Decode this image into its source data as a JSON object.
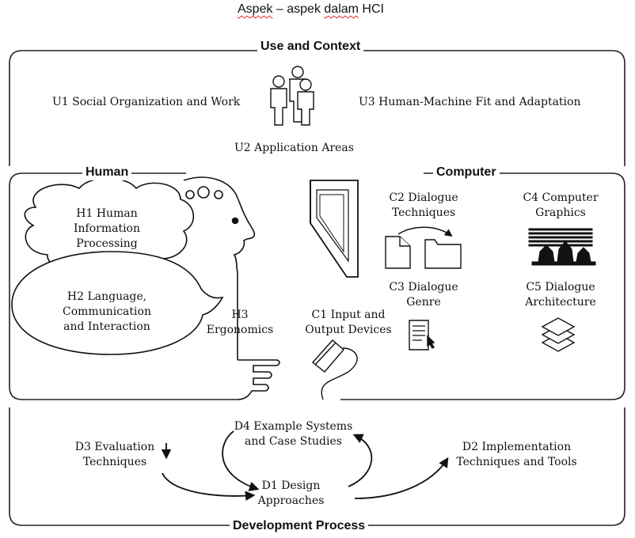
{
  "title": {
    "word1": "Aspek",
    "rest": " – aspek ",
    "word2": "dalam",
    "tail": " HCI"
  },
  "sections": {
    "use_context": "Use and Context",
    "human": "Human",
    "computer": "Computer",
    "development": "Development Process"
  },
  "use_context": {
    "u1": "U1 Social Organization and Work",
    "u2": "U2 Application Areas",
    "u3": "U3 Human-Machine Fit and Adaptation"
  },
  "human": {
    "h1": [
      "H1 Human",
      "Information",
      "Processing"
    ],
    "h2": [
      "H2 Language,",
      "Communication",
      "and Interaction"
    ],
    "h3": [
      "H3",
      "Ergonomics"
    ]
  },
  "computer": {
    "c1": [
      "C1 Input and",
      "Output Devices"
    ],
    "c2": [
      "C2 Dialogue",
      "Techniques"
    ],
    "c3": [
      "C3 Dialogue",
      "Genre"
    ],
    "c4": [
      "C4 Computer",
      "Graphics"
    ],
    "c5": [
      "C5 Dialogue",
      "Architecture"
    ]
  },
  "development": {
    "d1": [
      "D1 Design",
      "Approaches"
    ],
    "d2": [
      "D2 Implementation",
      "Techniques and Tools"
    ],
    "d3": [
      "D3 Evaluation",
      "Techniques"
    ],
    "d4": [
      "D4 Example Systems",
      "and Case Studies"
    ]
  },
  "icons": [
    "people-icon",
    "human-head-icon",
    "thought-cloud-icon",
    "speech-bubble-icon",
    "pointing-hand-icon",
    "monitor-icon",
    "folders-icon",
    "document-cursor-icon",
    "graphics-bars-icon",
    "layers-icon",
    "mouse-icon"
  ]
}
